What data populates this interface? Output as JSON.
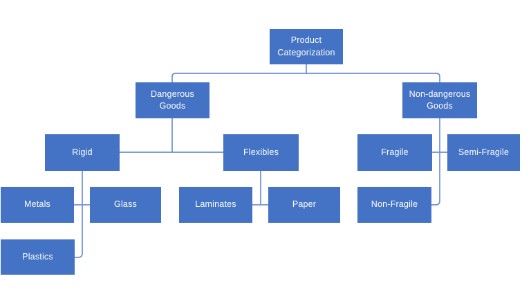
{
  "diagram": {
    "type": "hierarchy",
    "title": "Product Categorization",
    "tree": {
      "label": "Product Categorization",
      "children": [
        {
          "label": "Dangerous Goods",
          "children": [
            {
              "label": "Rigid",
              "children": [
                {
                  "label": "Metals"
                },
                {
                  "label": "Glass"
                },
                {
                  "label": "Plastics"
                }
              ]
            },
            {
              "label": "Flexibles",
              "children": [
                {
                  "label": "Laminates"
                },
                {
                  "label": "Paper"
                }
              ]
            }
          ]
        },
        {
          "label": "Non-dangerous Goods",
          "children": [
            {
              "label": "Fragile"
            },
            {
              "label": "Semi-Fragile"
            },
            {
              "label": "Non-Fragile"
            }
          ]
        }
      ]
    }
  },
  "colors": {
    "node_fill": "#4472C4",
    "node_text": "#FFFFFF",
    "connector": "#6C8FD3",
    "background": "#FFFFFF"
  }
}
